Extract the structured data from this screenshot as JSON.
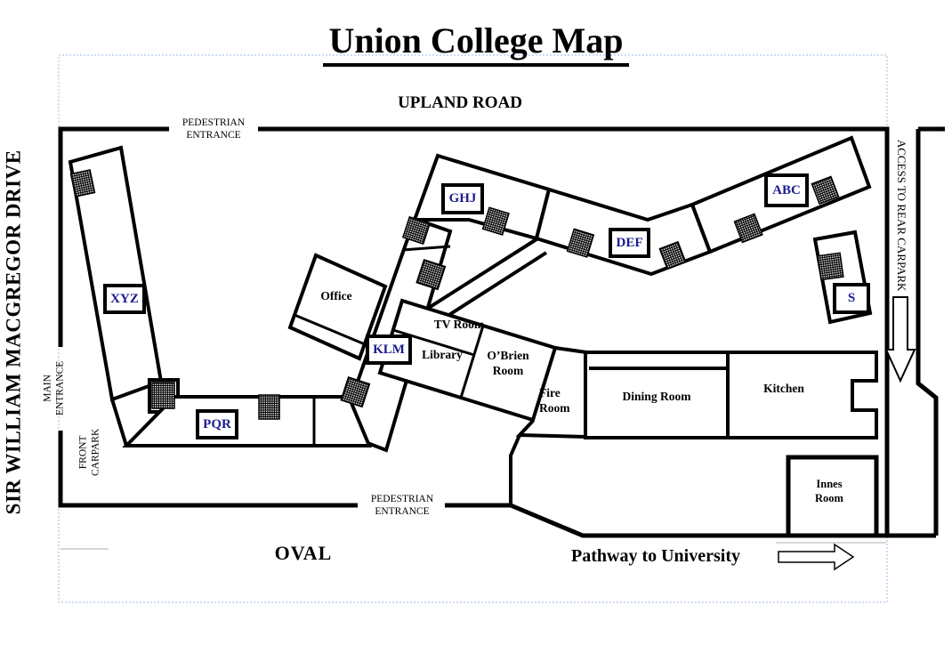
{
  "title": "Union College Map",
  "roads": {
    "upland": "UPLAND ROAD",
    "macgregor": "SIR WILLIAM MACGREGOR DRIVE",
    "rear_access": "ACCESS TO REAR CARPARK",
    "oval": "OVAL",
    "pathway": "Pathway to University"
  },
  "entrances": {
    "pedestrian_top": "PEDESTRIAN\nENTRANCE",
    "pedestrian_bottom": "PEDESTRIAN\nENTRANCE",
    "main": "MAIN\nENTRANCE",
    "front_carpark": "FRONT\nCARPARK"
  },
  "buildings": [
    {
      "label": "XYZ"
    },
    {
      "label": "PQR"
    },
    {
      "label": "KLM"
    },
    {
      "label": "GHJ"
    },
    {
      "label": "DEF"
    },
    {
      "label": "ABC"
    },
    {
      "label": "S"
    }
  ],
  "rooms": [
    {
      "label": "Office"
    },
    {
      "label": "TV Room"
    },
    {
      "label": "Library"
    },
    {
      "label": "O’Brien\nRoom"
    },
    {
      "label": "Fire\nRoom"
    },
    {
      "label": "Dining Room"
    },
    {
      "label": "Kitchen"
    },
    {
      "label": "Innes\nRoom"
    }
  ],
  "icons": {
    "stairs": "hatched-stairs-square",
    "down_arrow": "rear-carpark-direction-down",
    "right_arrow": "pathway-direction-right"
  },
  "colors": {
    "line": "#000000",
    "building_label": "#1b1b8e",
    "room_label": "#000000",
    "page_border": "#9db8e8"
  }
}
